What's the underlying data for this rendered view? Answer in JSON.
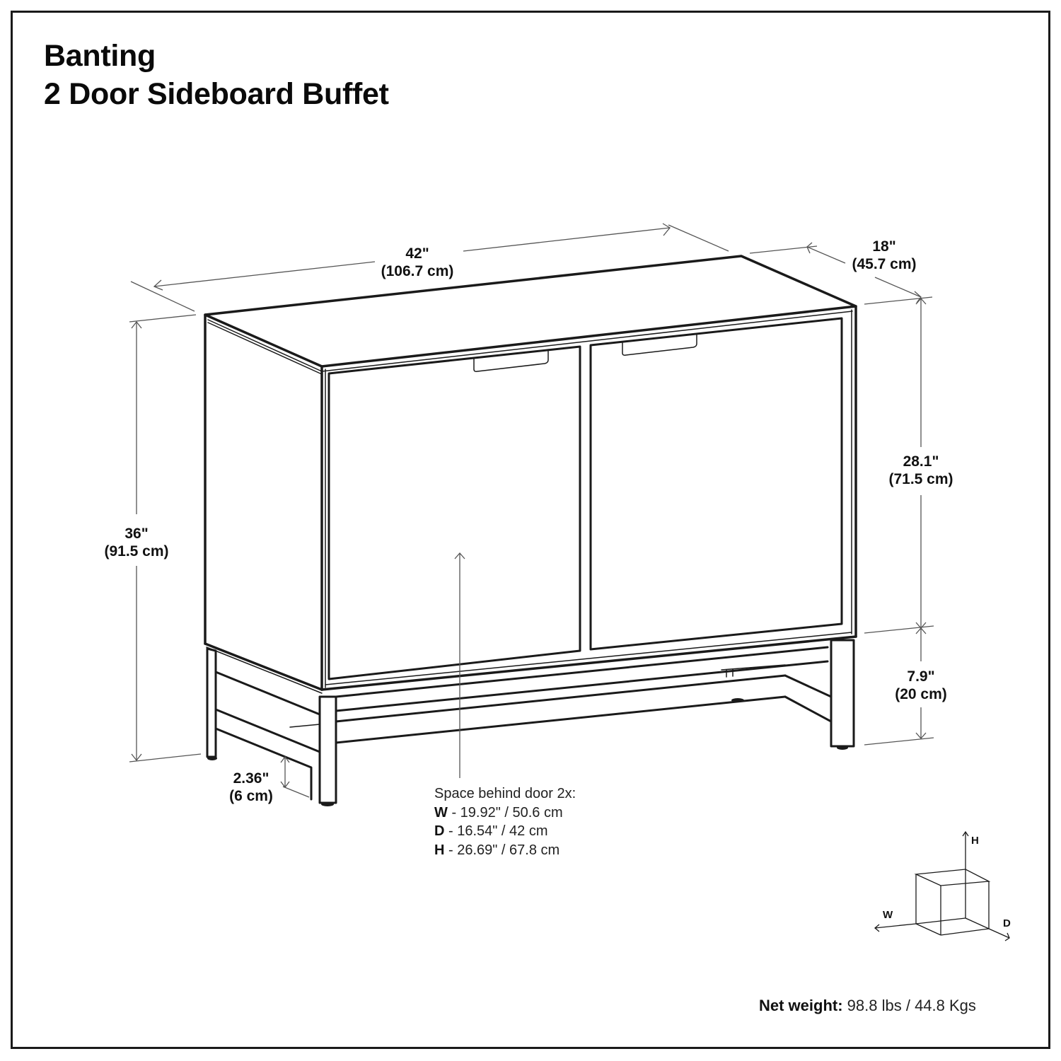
{
  "title": {
    "line1": "Banting",
    "line2": "2 Door Sideboard Buffet"
  },
  "dimensions": {
    "width": {
      "imperial": "42\"",
      "metric": "(106.7 cm)"
    },
    "depth": {
      "imperial": "18\"",
      "metric": "(45.7 cm)"
    },
    "total_height": {
      "imperial": "36\"",
      "metric": "(91.5 cm)"
    },
    "cabinet_height": {
      "imperial": "28.1\"",
      "metric": "(71.5 cm)"
    },
    "base_height": {
      "imperial": "7.9\"",
      "metric": "(20 cm)"
    },
    "clearance": {
      "imperial": "2.36\"",
      "metric": "(6 cm)"
    }
  },
  "space_behind_door": {
    "heading": "Space behind door 2x:",
    "rows": [
      {
        "key": "W",
        "value": " - 19.92\" / 50.6 cm"
      },
      {
        "key": "D",
        "value": " - 16.54\" / 42 cm"
      },
      {
        "key": "H",
        "value": " - 26.69\" / 67.8 cm"
      }
    ]
  },
  "axes_legend": {
    "h": "H",
    "w": "W",
    "d": "D"
  },
  "net_weight": {
    "label": "Net weight:",
    "value": " 98.8 lbs / 44.8 Kgs"
  },
  "colors": {
    "line": "#1a1a1a",
    "dimension_line": "#555555",
    "background": "#ffffff"
  }
}
